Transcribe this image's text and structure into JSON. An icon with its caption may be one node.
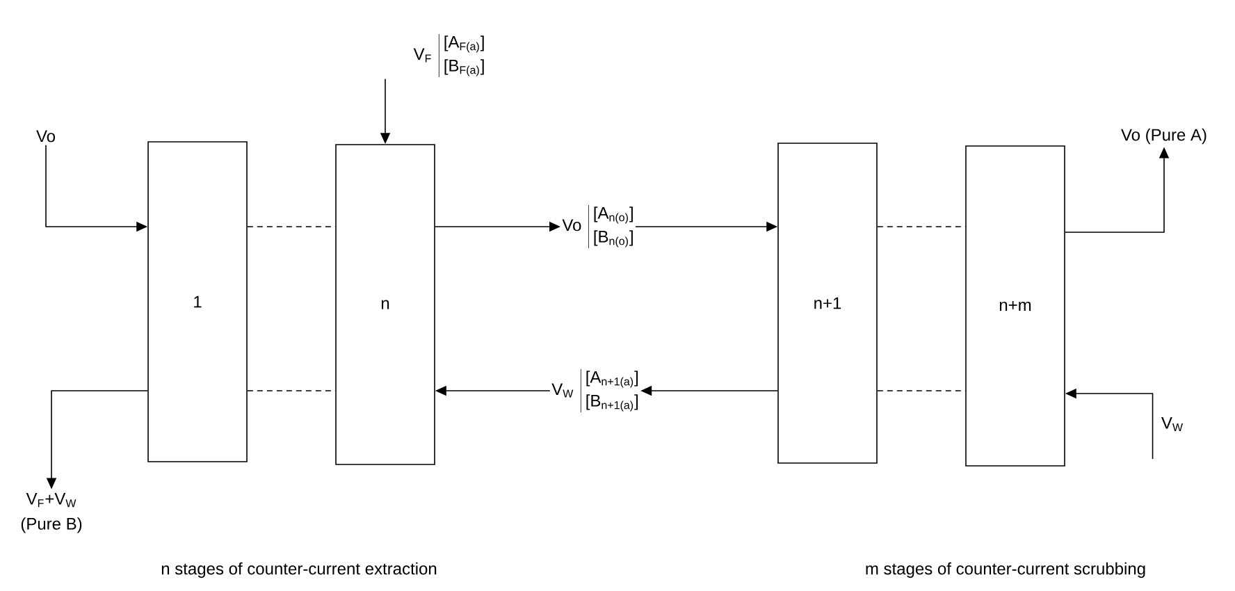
{
  "diagram": {
    "nodes": [
      {
        "text": [
          "1"
        ]
      },
      {
        "text": [
          "n"
        ]
      },
      {
        "text": [
          "n+1"
        ]
      },
      {
        "text": [
          "n+m"
        ]
      },
      {
        "text": [
          "Vo"
        ]
      },
      {
        "text": [
          "V$_{F}$",
          "[A$_{F(a)}$]",
          "[B$_{F(a)}$]"
        ]
      },
      {
        "text": [
          "Vo",
          "[A$_{n(o)}$]",
          "[B$_{n(o)}$]"
        ]
      },
      {
        "text": [
          "V$_{W}$",
          "[A$_{n+1(a)}$]",
          "[B$_{n+1(a)}$]"
        ]
      },
      {
        "text": [
          "Vo (Pure A)"
        ]
      },
      {
        "text": [
          "V$_{W}$"
        ]
      },
      {
        "text": [
          "V$_{F}$+V$_{W}$",
          "(Pure B)"
        ]
      }
    ],
    "edges": [
      {
        "from": 4,
        "to": 0,
        "arrow": "to"
      },
      {
        "from": 0,
        "to": 1,
        "arrow": "none",
        "style": "dashed"
      },
      {
        "from": 0,
        "to": 1,
        "arrow": "none",
        "style": "dashed"
      },
      {
        "from": 5,
        "to": 1,
        "arrow": "to"
      },
      {
        "from": 1,
        "to": 6,
        "arrow": "to"
      },
      {
        "from": 6,
        "to": 2,
        "arrow": "to"
      },
      {
        "from": 2,
        "to": 3,
        "arrow": "none",
        "style": "dashed"
      },
      {
        "from": 2,
        "to": 3,
        "arrow": "none",
        "style": "dashed"
      },
      {
        "from": 3,
        "to": 8,
        "arrow": "to"
      },
      {
        "from": 9,
        "to": 3,
        "arrow": "to"
      },
      {
        "from": 2,
        "to": 7,
        "arrow": "to"
      },
      {
        "from": 7,
        "to": 1,
        "arrow": "to"
      },
      {
        "from": 0,
        "to": 10,
        "arrow": "to"
      }
    ],
    "labels": [
      "n stages of counter-current extraction",
      "m stages of counter-current scrubbing"
    ]
  }
}
